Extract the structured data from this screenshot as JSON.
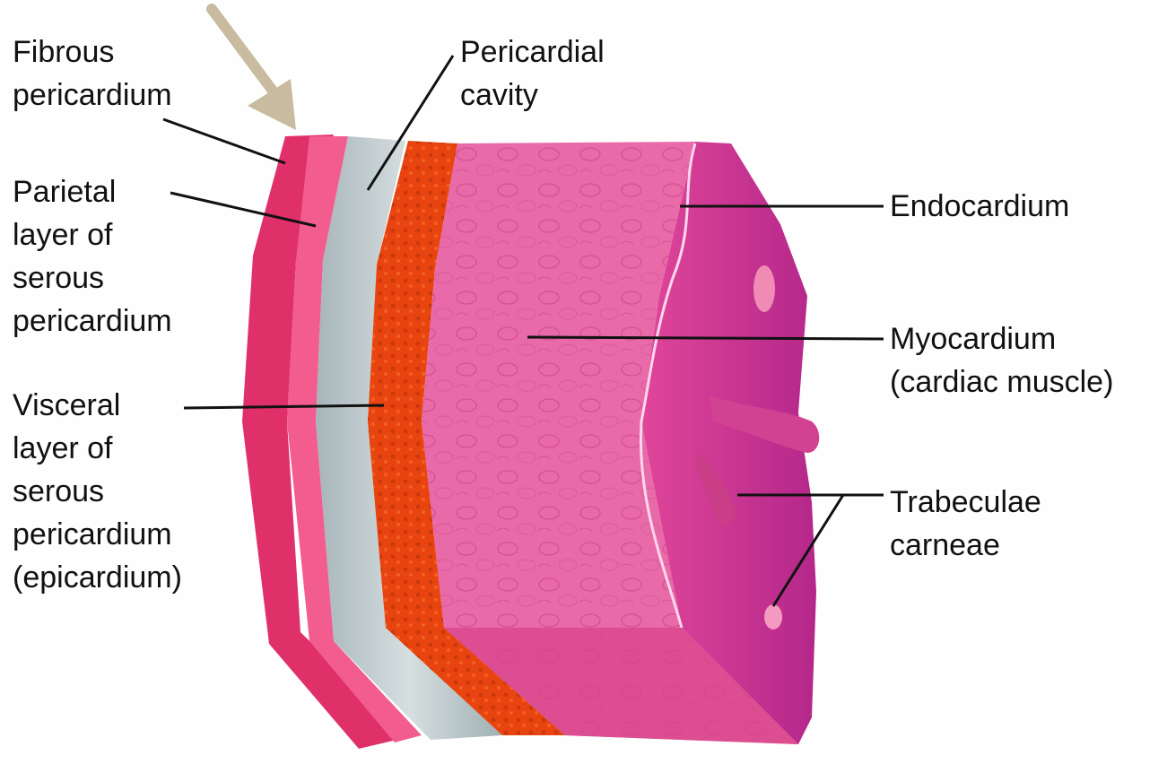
{
  "labels": {
    "fibrous_pericardium": [
      "Fibrous",
      "pericardium"
    ],
    "pericardial_cavity": [
      "Pericardial",
      "cavity"
    ],
    "parietal_layer": [
      "Parietal",
      "layer of",
      "serous",
      "pericardium"
    ],
    "visceral_layer": [
      "Visceral",
      "layer of",
      "serous",
      "pericardium",
      "(epicardium)"
    ],
    "endocardium": [
      "Endocardium"
    ],
    "myocardium": [
      "Myocardium",
      "(cardiac muscle)"
    ],
    "trabeculae_carneae": [
      "Trabeculae",
      "carneae"
    ]
  },
  "colors": {
    "fibrous": "#e0306a",
    "parietal": "#f25c8e",
    "cavity": "#b6c4c7",
    "epicardium": "#e8440f",
    "myocardium": "#e86aa8",
    "endocardium": "#c52f8a",
    "leader": "#111111",
    "arrow": "#c8bba0"
  }
}
